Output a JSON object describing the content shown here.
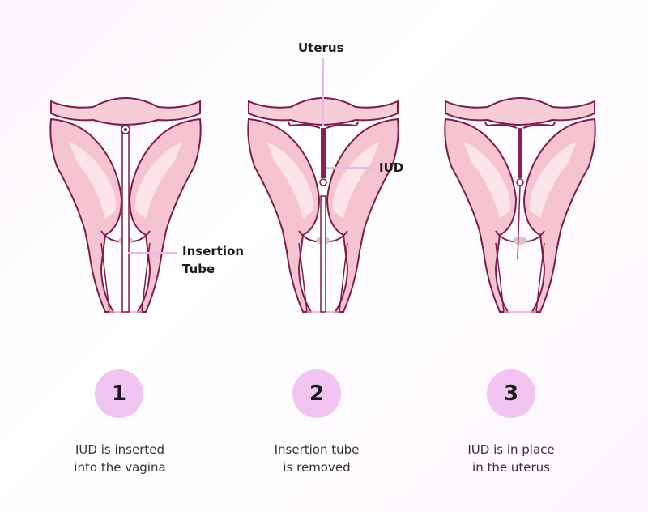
{
  "colors": {
    "tissue_fill": "#f7d4dc",
    "tissue_inner": "#fde9ee",
    "outline": "#7a1d4d",
    "iud": "#8a1f5e",
    "leader": "#e6b8e6",
    "step_circle": "#f1c4f1"
  },
  "labels": {
    "uterus": "Uterus",
    "iud": "IUD",
    "insertion_tube_line1": "Insertion",
    "insertion_tube_line2": "Tube"
  },
  "steps": [
    {
      "number": "1",
      "caption_line1": "IUD is inserted",
      "caption_line2": "into the vagina"
    },
    {
      "number": "2",
      "caption_line1": "Insertion tube",
      "caption_line2": "is removed"
    },
    {
      "number": "3",
      "caption_line1": "IUD is in place",
      "caption_line2": "in the uterus"
    }
  ]
}
